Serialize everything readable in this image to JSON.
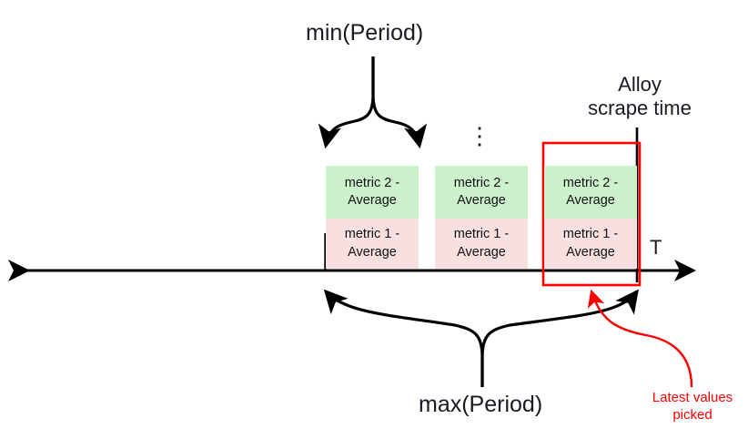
{
  "diagram": {
    "title_top": "min(Period)",
    "title_bottom": "max(Period)",
    "alloy_label": "Alloy\nscrape time",
    "axis_label": "T",
    "ellipsis": "⋮",
    "annotation_red": "Latest values\npicked",
    "colors": {
      "metric2_fill": "#ccf2cc",
      "metric1_fill": "#f8e0e0",
      "highlight_stroke": "#ff0000",
      "line": "#000000",
      "text": "#1a1a22"
    },
    "periods": [
      {
        "id": "period-1",
        "metric2": "metric 2 -\nAverage",
        "metric1": "metric 1 -\nAverage"
      },
      {
        "id": "period-2",
        "metric2": "metric 2 -\nAverage",
        "metric1": "metric 1 -\nAverage"
      },
      {
        "id": "period-3",
        "metric2": "metric 2 -\nAverage",
        "metric1": "metric 1 -\nAverage"
      }
    ]
  }
}
